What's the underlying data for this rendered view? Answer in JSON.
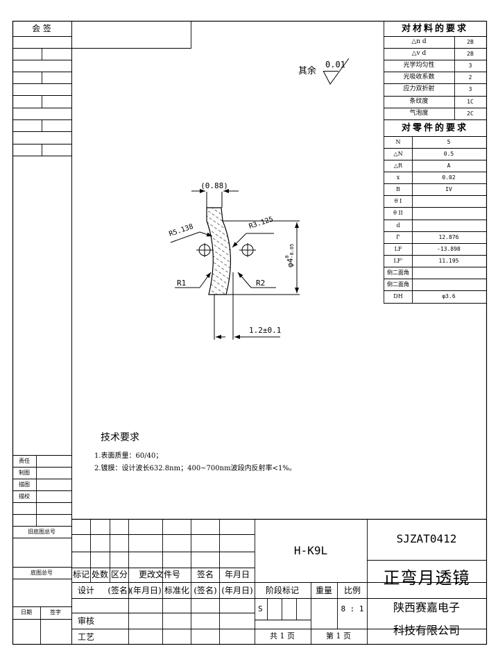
{
  "countersign": "会  签",
  "surface_note": {
    "label": "其余",
    "value": "0.01"
  },
  "material_requirements": {
    "title": "对材料的要求",
    "rows": [
      {
        "label": "△n d",
        "value": "2B"
      },
      {
        "label": "△v d",
        "value": "2B"
      },
      {
        "label": "光学均匀性",
        "value": "3"
      },
      {
        "label": "光吸收系数",
        "value": "2"
      },
      {
        "label": "应力双折射",
        "value": "3"
      },
      {
        "label": "条纹度",
        "value": "1C"
      },
      {
        "label": "气泡度",
        "value": "2C"
      }
    ]
  },
  "part_requirements": {
    "title": "对零件的要求",
    "rows": [
      {
        "label": "N",
        "value": "5"
      },
      {
        "label": "△N",
        "value": "0.5"
      },
      {
        "label": "△R",
        "value": "A"
      },
      {
        "label": "x",
        "value": "0.02"
      },
      {
        "label": "B",
        "value": "IV"
      },
      {
        "label": "θ I",
        "value": ""
      },
      {
        "label": "θ II",
        "value": ""
      },
      {
        "label": "d",
        "value": ""
      },
      {
        "label": "f'",
        "value": "12.876"
      },
      {
        "label": "LF",
        "value": "-13.898"
      },
      {
        "label": "LF'",
        "value": "11.195"
      },
      {
        "label": "倒二面角",
        "value": ""
      },
      {
        "label": "倒二面角",
        "value": ""
      },
      {
        "label": "DH",
        "value": "φ3.6"
      }
    ]
  },
  "drawing": {
    "dim_top": "(0.88)",
    "radius_left": "R5.138",
    "radius_right": "R3.125",
    "surface_r1": "R1",
    "surface_r2": "R2",
    "diameter": "φ4",
    "diameter_tol_upper": "0",
    "diameter_tol_lower": "-0.05",
    "thickness": "1.2±0.1"
  },
  "tech_requirements": {
    "title": "技术要求",
    "items": [
      "1.表面质量：60/40；",
      "2.镀膜：设计波长632.8nm；400~700nm波段内反射率<1%。"
    ]
  },
  "left_labels": [
    "责任",
    "制图",
    "描图",
    "描校"
  ],
  "left_bottom": {
    "old_no": "旧底图总号",
    "base_no": "底图总号",
    "date": "日期",
    "sign": "签字"
  },
  "title_block": {
    "material": "H-K9L",
    "drawing_no": "SJZAT0412",
    "part_name": "正弯月透镜",
    "company_line1": "陕西赛嘉电子",
    "company_line2": "科技有限公司",
    "header_labels": [
      "标记",
      "处数",
      "区分",
      "更改文件号",
      "签名",
      "年月日"
    ],
    "row_design": [
      "设计",
      "(签名)",
      "(年月日)",
      "标准化",
      "(签名)",
      "(年月日)"
    ],
    "review": "审核",
    "process": "工艺",
    "stage_mark": "阶段标记",
    "weight": "重量",
    "scale": "比例",
    "stage_value": "S",
    "scale_value": "8 : 1",
    "total_pages": "共 1 页",
    "page_no": "第 1 页"
  }
}
